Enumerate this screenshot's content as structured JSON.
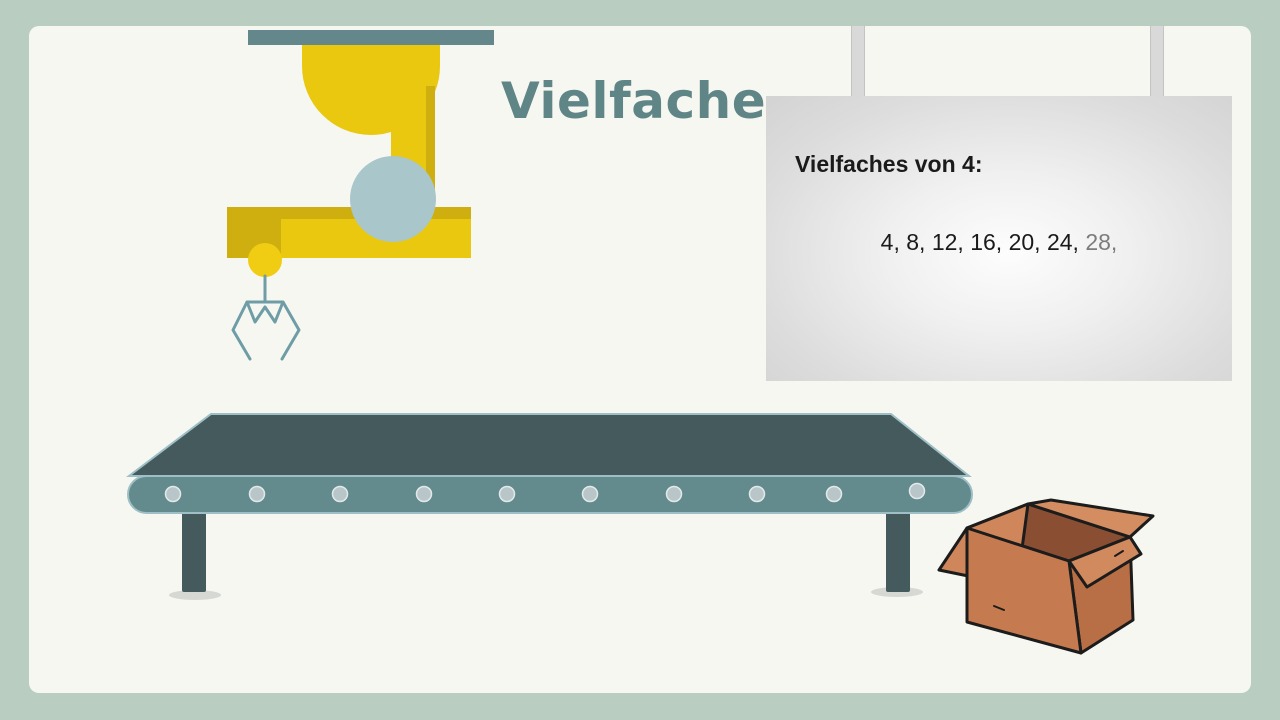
{
  "title": "Vielfache",
  "board": {
    "heading": "Vielfaches von 4:",
    "sequence": [
      "4,",
      "8,",
      "12,",
      "16,",
      "20,",
      "24,",
      "28,"
    ]
  },
  "icons": {
    "robot_arm": "robot-arm-icon",
    "gripper": "gripper-claw-icon",
    "conveyor": "conveyor-belt-icon",
    "box": "cardboard-box-icon"
  },
  "colors": {
    "background": "#b9cdc1",
    "canvas": "#f7f7f2",
    "title": "#5f8586",
    "arm_yellow": "#e9c80f",
    "arm_yellow_dark": "#cfae10",
    "joint": "#a9c6cb",
    "belt_top": "#455a5c",
    "belt_side": "#638a8c",
    "box": "#c57b4f"
  }
}
